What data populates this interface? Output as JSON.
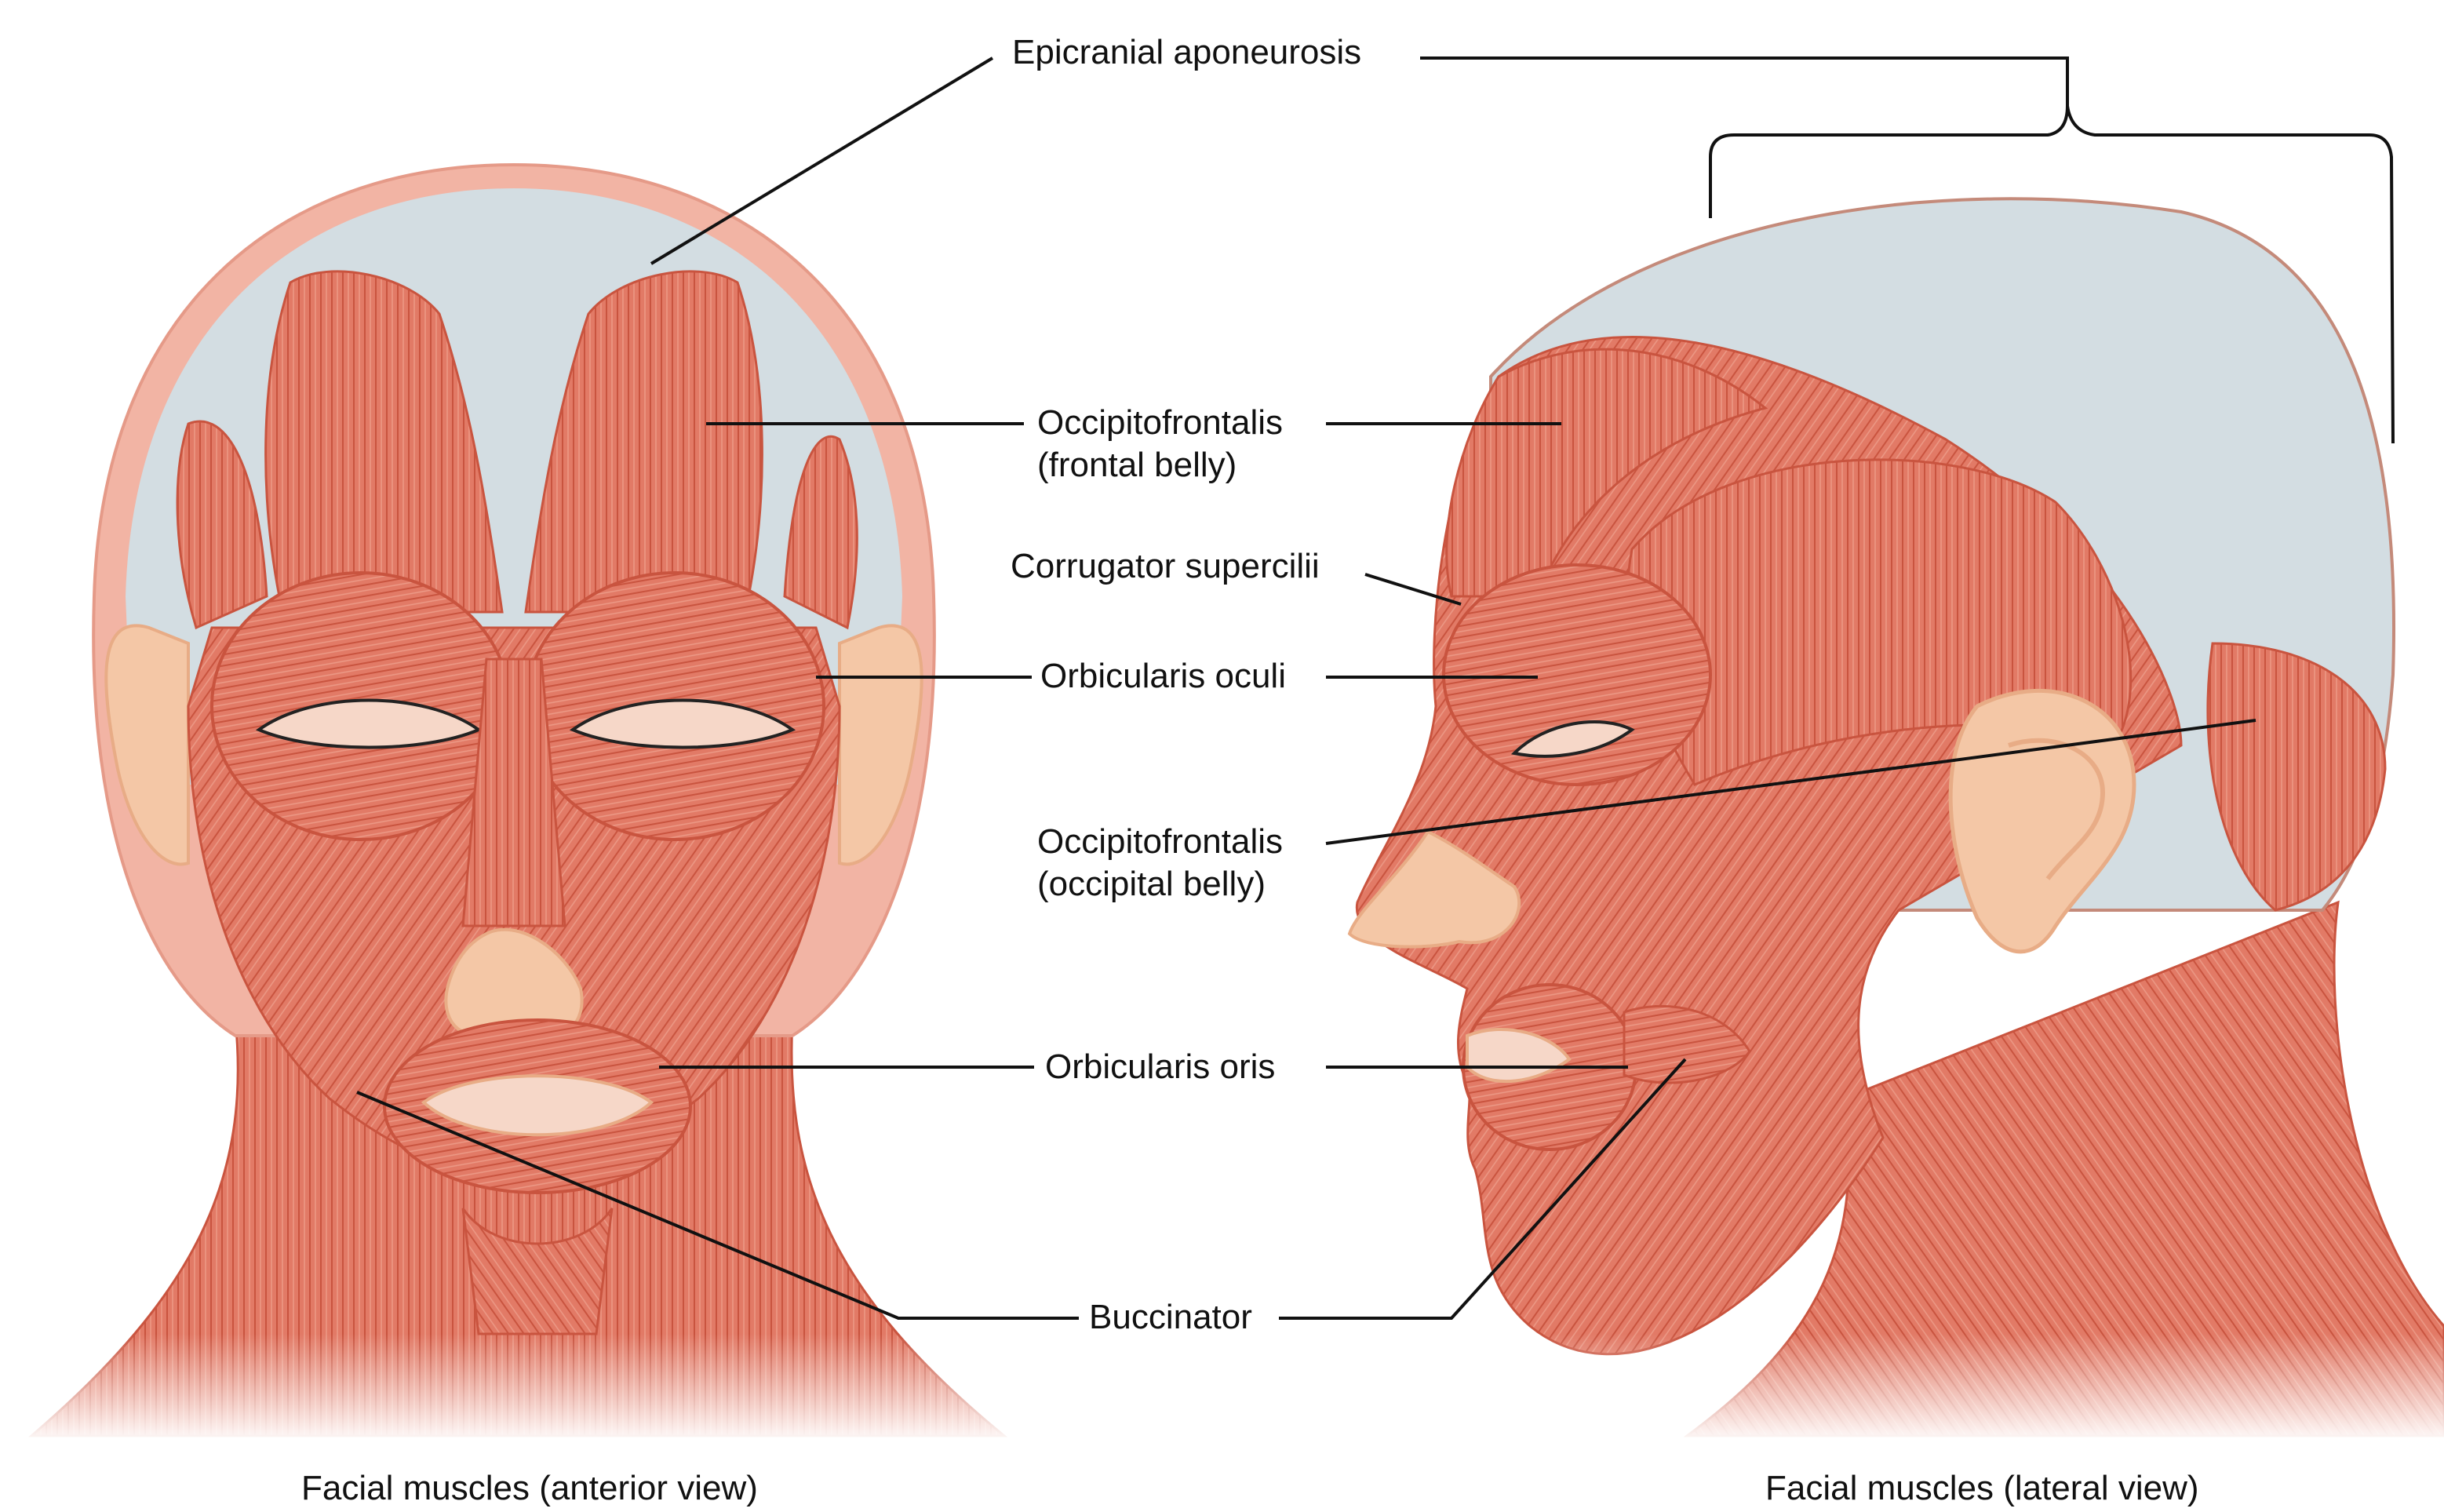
{
  "labels": {
    "epicranial_aponeurosis": "Epicranial aponeurosis",
    "occipitofrontalis_frontal_1": "Occipitofrontalis",
    "occipitofrontalis_frontal_2": "(frontal belly)",
    "corrugator_supercilii": "Corrugator supercilii",
    "orbicularis_oculi": "Orbicularis oculi",
    "occipitofrontalis_occipital_1": "Occipitofrontalis",
    "occipitofrontalis_occipital_2": "(occipital belly)",
    "orbicularis_oris": "Orbicularis oris",
    "buccinator": "Buccinator"
  },
  "captions": {
    "anterior": "Facial muscles (anterior view)",
    "lateral": "Facial muscles (lateral view)"
  },
  "colors": {
    "muscle": "#e27a66",
    "muscle_dark": "#c9543f",
    "muscle_light": "#ec9a87",
    "tendon": "#d3dde2",
    "tendon_dark": "#b9c6cc",
    "skin": "#f4c7a6",
    "skin_dark": "#e8ac86",
    "leader_line": "#111111"
  }
}
